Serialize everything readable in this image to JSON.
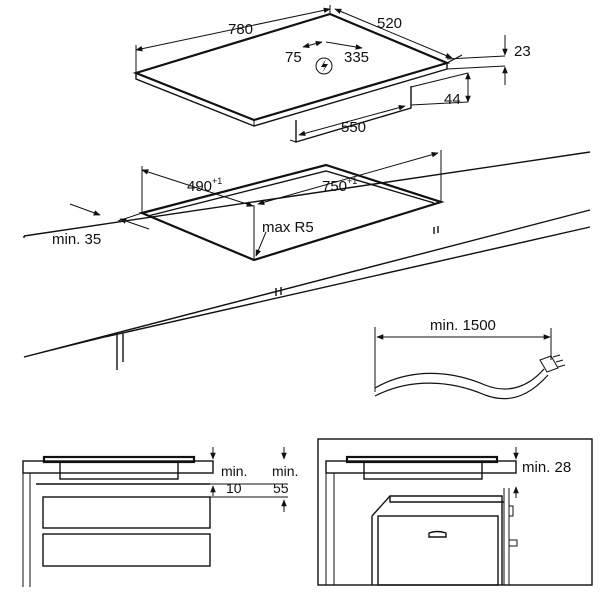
{
  "hob_top": {
    "width": "780",
    "depth": "520",
    "thickness": "23",
    "offset_left": "75",
    "offset_right": "335",
    "body_depth": "44",
    "body_width": "550",
    "connection_icon": "lightning-bolt-icon"
  },
  "cutout": {
    "depth": "490",
    "depth_tol": "+1",
    "width": "750",
    "width_tol": "+1",
    "radius": "max R5",
    "edge_distance": "min. 35"
  },
  "cable": {
    "length": "min. 1500"
  },
  "clearance_drawer": {
    "min_label_a": "min.",
    "value_a": "10",
    "min_label_b": "min.",
    "value_b": "55"
  },
  "clearance_oven": {
    "label": "min. 28"
  },
  "colors": {
    "line": "#111111",
    "background": "#ffffff"
  }
}
